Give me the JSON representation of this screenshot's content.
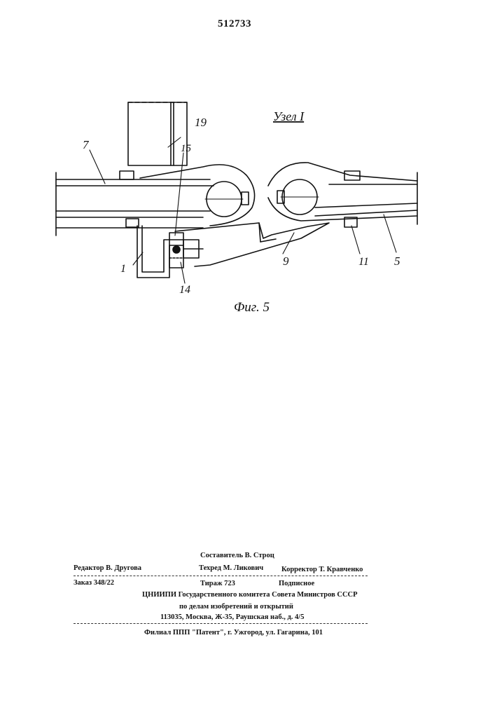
{
  "patent_number": "512733",
  "figure": {
    "node_label": "Узел I",
    "caption": "Фиг. 5",
    "part_labels": {
      "p19": "19",
      "p7": "7",
      "p15": "15",
      "p1": "1",
      "p14": "14",
      "p9": "9",
      "p11": "11",
      "p5": "5"
    }
  },
  "footer": {
    "compiler": "Составитель  В. Строц",
    "editor": "Редактор В. Другова",
    "techred": "Техред М. Ликович",
    "corrector": "Корректор Т. Кравченко",
    "order": "Заказ 348/22",
    "circulation": "Тираж 723",
    "subscription": "Подписное",
    "org_line1": "ЦНИИПИ Государственного комитета Совета Министров СССР",
    "org_line2": "по делам изобретений и открытий",
    "address": "113035, Москва, Ж-35, Раушская наб., д. 4/5",
    "branch": "Филиал ППП \"Патент\", г. Ужгород, ул. Гагарина, 101"
  }
}
